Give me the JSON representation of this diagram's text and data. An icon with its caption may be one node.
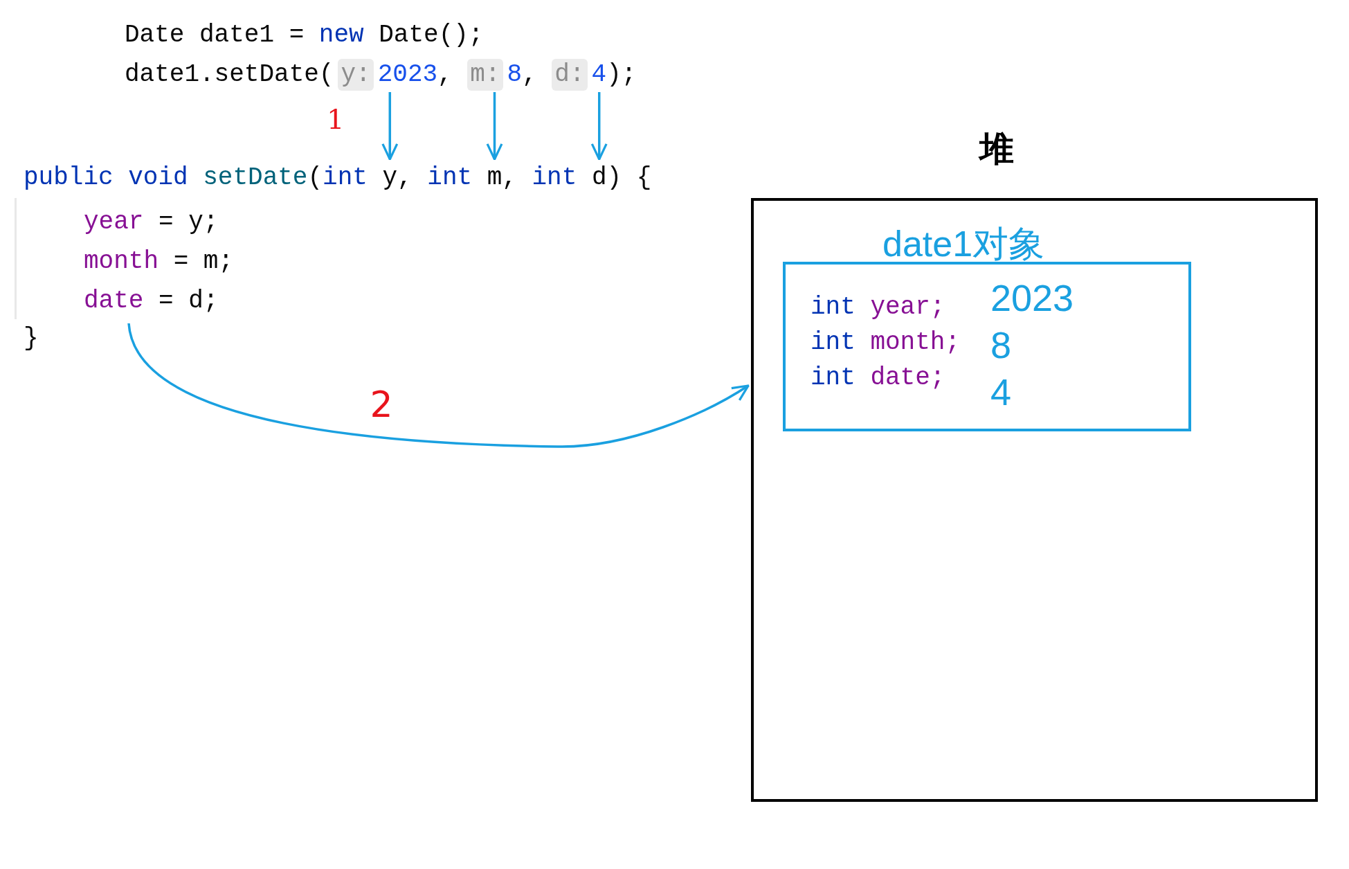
{
  "diagram": {
    "nodes": [
      {
        "text": [
          "2023"
        ]
      },
      {
        "text": [
          "8"
        ]
      },
      {
        "text": [
          "4"
        ]
      },
      {
        "text": [
          "y"
        ]
      },
      {
        "text": [
          "m"
        ]
      },
      {
        "text": [
          "d"
        ]
      },
      {
        "text": [
          "year = y;",
          "month = m;",
          "date = d;"
        ]
      },
      {
        "text": [
          "堆"
        ]
      },
      {
        "text": [
          "date1对象",
          "int year;",
          "int month;",
          "int date;",
          "2023",
          "8",
          "4"
        ],
        "in": 7
      }
    ],
    "edges": [
      {
        "from": 0,
        "to": 3,
        "arrow": "to"
      },
      {
        "from": 1,
        "to": 4,
        "arrow": "to"
      },
      {
        "from": 2,
        "to": 5,
        "arrow": "to"
      },
      {
        "from": 6,
        "to": 7,
        "arrow": "to",
        "label": "2"
      }
    ],
    "labels": [
      "Date date1 =",
      "new",
      "Date();",
      "date1.setDate(",
      "y:",
      ",",
      "m:",
      ",",
      "d:",
      ");",
      "1",
      "public void",
      "setDate",
      "(",
      "int",
      ",",
      "int",
      ",",
      "int",
      ") {",
      "}"
    ]
  }
}
